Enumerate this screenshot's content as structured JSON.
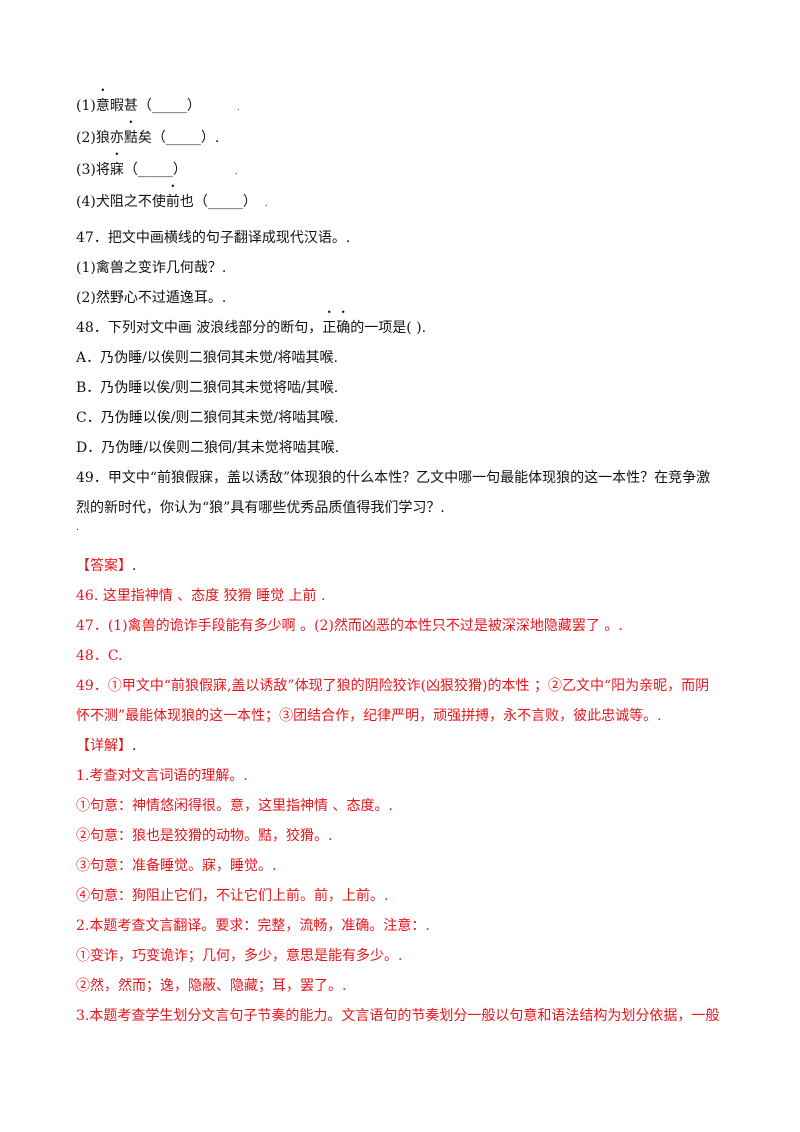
{
  "questions": {
    "q46_1": {
      "pre": "(1)",
      "dotted": "意",
      "post": "暇甚（_____）",
      "tail": "."
    },
    "q46_2": {
      "pre": "(2)狼亦",
      "dotted": "黠",
      "post": "矣（_____）.",
      "tail": ""
    },
    "q46_3": {
      "pre": "(3)将",
      "dotted": "寐",
      "post": "（_____）",
      "tail": "."
    },
    "q46_4": {
      "pre": "(4)犬阻之不使",
      "dotted": "前",
      "post": "也（_____）",
      "tail": "."
    },
    "q47_title": "47．把文中画横线的句子翻译成现代汉语。.",
    "q47_1": "(1)禽兽之变诈几何哉？.",
    "q47_2": "(2)然野心不过遁逸耳。.",
    "q48": {
      "pre": "48．下列对文中画  波浪线部分的断句，",
      "dotted1": "正",
      "dotted2": "确",
      "post": "的一项是(     )."
    },
    "q48_options": [
      "A．乃伪睡/以俟则二狼伺其未觉/将啮其喉.",
      "B．乃伪睡以俟/则二狼伺其未觉将啮/其喉.",
      "C．乃伪睡以俟/则二狼伺其未觉/将啮其喉.",
      "D．乃伪睡/以俟则二狼伺/其未觉将啮其喉."
    ],
    "q49_line1": "49．甲文中“前狼假寐，盖以诱敌”体现狼的什么本性？乙文中哪一句最能体现狼的这一本性？在竞争激",
    "q49_line2": "烈的新时代，你认为“狼”具有哪些优秀品质值得我们学习？.",
    "q49_blank": "."
  },
  "answer": {
    "label": "【答案】",
    "label_tail": ".",
    "a46": "46.          这里指神情  、态度          狡猾          睡觉          上前          .",
    "a47": "47．(1)禽兽的诡诈手段能有多少啊  。(2)然而凶恶的本性只不过是被深深地隐藏罢了  。.",
    "a48": "48．C.",
    "a49_line1": "49．①甲文中“前狼假寐,盖以诱敌”体现了狼的阴险狡诈(凶狠狡猾)的本性  ；②乙文中“阳为亲昵，而阴",
    "a49_line2": "怀不测”最能体现狼的这一本性；③团结合作，纪律严明，顽强拼搏，永不言败，彼此忠诚等。."
  },
  "detail": {
    "label": "【详解】",
    "label_tail": ".",
    "d1": "1.考查对文言词语的理解。.",
    "d1_a": "①句意：神情悠闲得很。意，这里指神情  、态度。.",
    "d1_b": "②句意：狼也是狡猾的动物。黠，狡猾。.",
    "d1_c": "③句意：准备睡觉。寐，睡觉。.",
    "d1_d": "④句意：狗阻止它们，不让它们上前。前，上前。.",
    "d2": "2.本题考查文言翻译。要求：完整，流畅，准确。注意：.",
    "d2_a": "①变诈，巧变诡诈；几何，多少，意思是能有多少。.",
    "d2_b": "②然，然而；逸，隐蔽、隐藏；耳，罢了。.",
    "d3": "3.本题考查学生划分文言句子节奏的能力。文言语句的节奏划分一般以句意和语法结构为划分依据，一般"
  }
}
